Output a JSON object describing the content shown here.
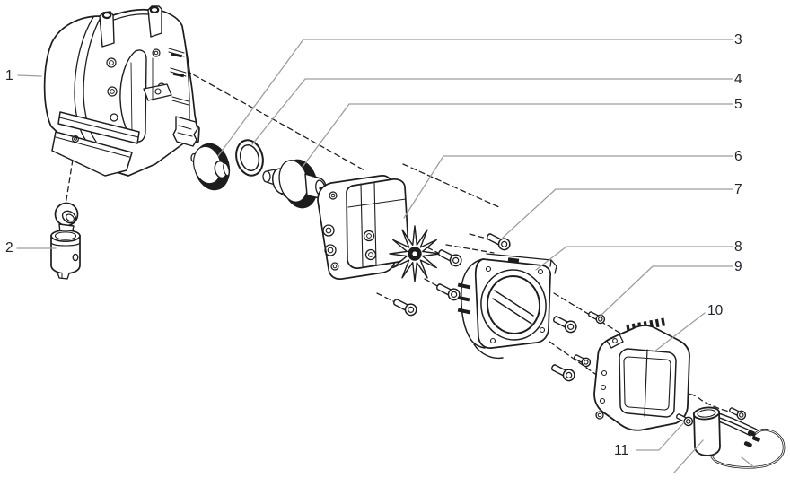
{
  "diagram": {
    "type": "exploded-parts-diagram",
    "callouts": [
      {
        "label": "1"
      },
      {
        "label": "2"
      },
      {
        "label": "3"
      },
      {
        "label": "4"
      },
      {
        "label": "5"
      },
      {
        "label": "6"
      },
      {
        "label": "7"
      },
      {
        "label": "8"
      },
      {
        "label": "9"
      },
      {
        "label": "10"
      },
      {
        "label": "11"
      }
    ],
    "colors": {
      "background": "#ffffff",
      "line_art": "#1d1d1d",
      "leader_line": "#9e9e9e",
      "label_text": "#20242c"
    }
  }
}
